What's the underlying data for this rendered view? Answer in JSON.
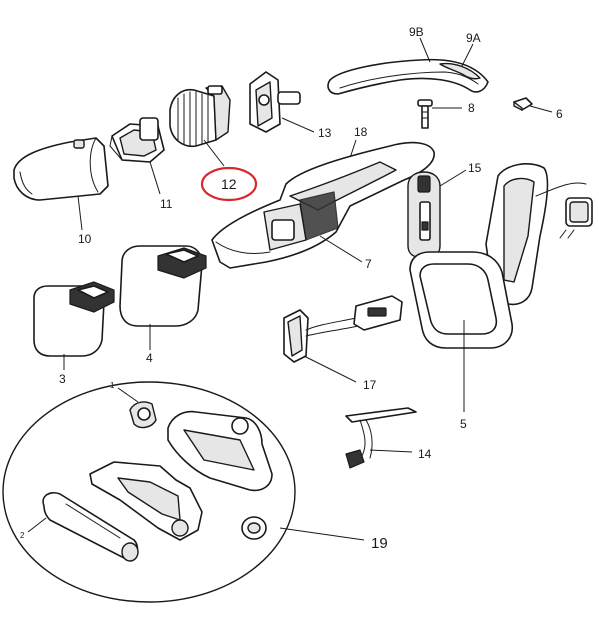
{
  "labels": {
    "p9b": "9B",
    "p9a": "9A",
    "p8": "8",
    "p6": "6",
    "p13": "13",
    "p18": "18",
    "p15": "15",
    "p12": "12",
    "p11": "11",
    "p10": "10",
    "p7": "7",
    "p3": "3",
    "p4": "4",
    "p5": "5",
    "p17": "17",
    "p14": "14",
    "p19": "19",
    "p1": "1",
    "p2": "2"
  },
  "highlight": {
    "part": "12",
    "color": "#d9262c"
  }
}
